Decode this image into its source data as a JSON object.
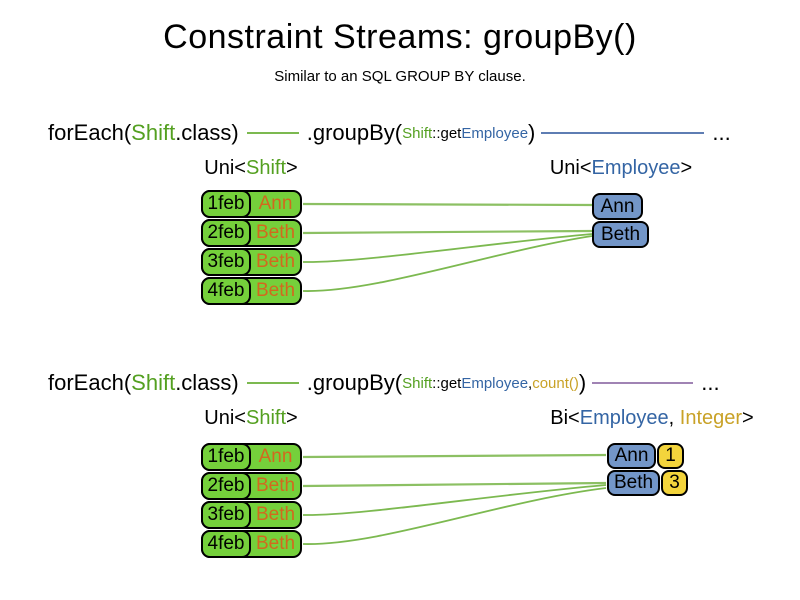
{
  "slide": {
    "title": "Constraint Streams: groupBy()",
    "subtitle": "Similar to an SQL GROUP BY clause."
  },
  "colors": {
    "green_text": "#54a021",
    "green_fill": "#75d03b",
    "blue_text": "#3465a4",
    "blue_fill": "#7396c8",
    "orange_text": "#d2691e",
    "gold_text": "#c9a227",
    "yellow_fill": "#f3d43c",
    "green_line": "#7cb950",
    "blue_line": "#5e7db3",
    "purple_line": "#a083b4"
  },
  "section1": {
    "code": {
      "foreach_open": "forEach(",
      "foreach_class": "Shift",
      "foreach_close": ".class)",
      "groupby_open": ".groupBy(",
      "arg_class": "Shift",
      "arg_accessor": "::get",
      "arg_type": "Employee",
      "groupby_close": ")",
      "ellipsis": "..."
    },
    "left_label": {
      "prefix": "Uni<",
      "type": "Shift",
      "suffix": ">"
    },
    "right_label": {
      "prefix": "Uni<",
      "type": "Employee",
      "suffix": ">"
    },
    "table_rows": [
      {
        "date": "1feb",
        "employee": "Ann"
      },
      {
        "date": "2feb",
        "employee": "Beth"
      },
      {
        "date": "3feb",
        "employee": "Beth"
      },
      {
        "date": "4feb",
        "employee": "Beth"
      }
    ],
    "result_boxes": [
      {
        "employee": "Ann"
      },
      {
        "employee": "Beth"
      }
    ]
  },
  "section2": {
    "code": {
      "foreach_open": "forEach(",
      "foreach_class": "Shift",
      "foreach_close": ".class)",
      "groupby_open": ".groupBy(",
      "arg_class": "Shift",
      "arg_accessor": "::get",
      "arg_type": "Employee",
      "arg_separator": ", ",
      "arg_aggregator": "count()",
      "groupby_close": ")",
      "ellipsis": "..."
    },
    "left_label": {
      "prefix": "Uni<",
      "type": "Shift",
      "suffix": ">"
    },
    "right_label": {
      "prefix": "Bi<",
      "type1": "Employee",
      "separator": ", ",
      "type2": "Integer",
      "suffix": ">"
    },
    "table_rows": [
      {
        "date": "1feb",
        "employee": "Ann"
      },
      {
        "date": "2feb",
        "employee": "Beth"
      },
      {
        "date": "3feb",
        "employee": "Beth"
      },
      {
        "date": "4feb",
        "employee": "Beth"
      }
    ],
    "result_rows": [
      {
        "employee": "Ann",
        "count": "1"
      },
      {
        "employee": "Beth",
        "count": "3"
      }
    ]
  }
}
